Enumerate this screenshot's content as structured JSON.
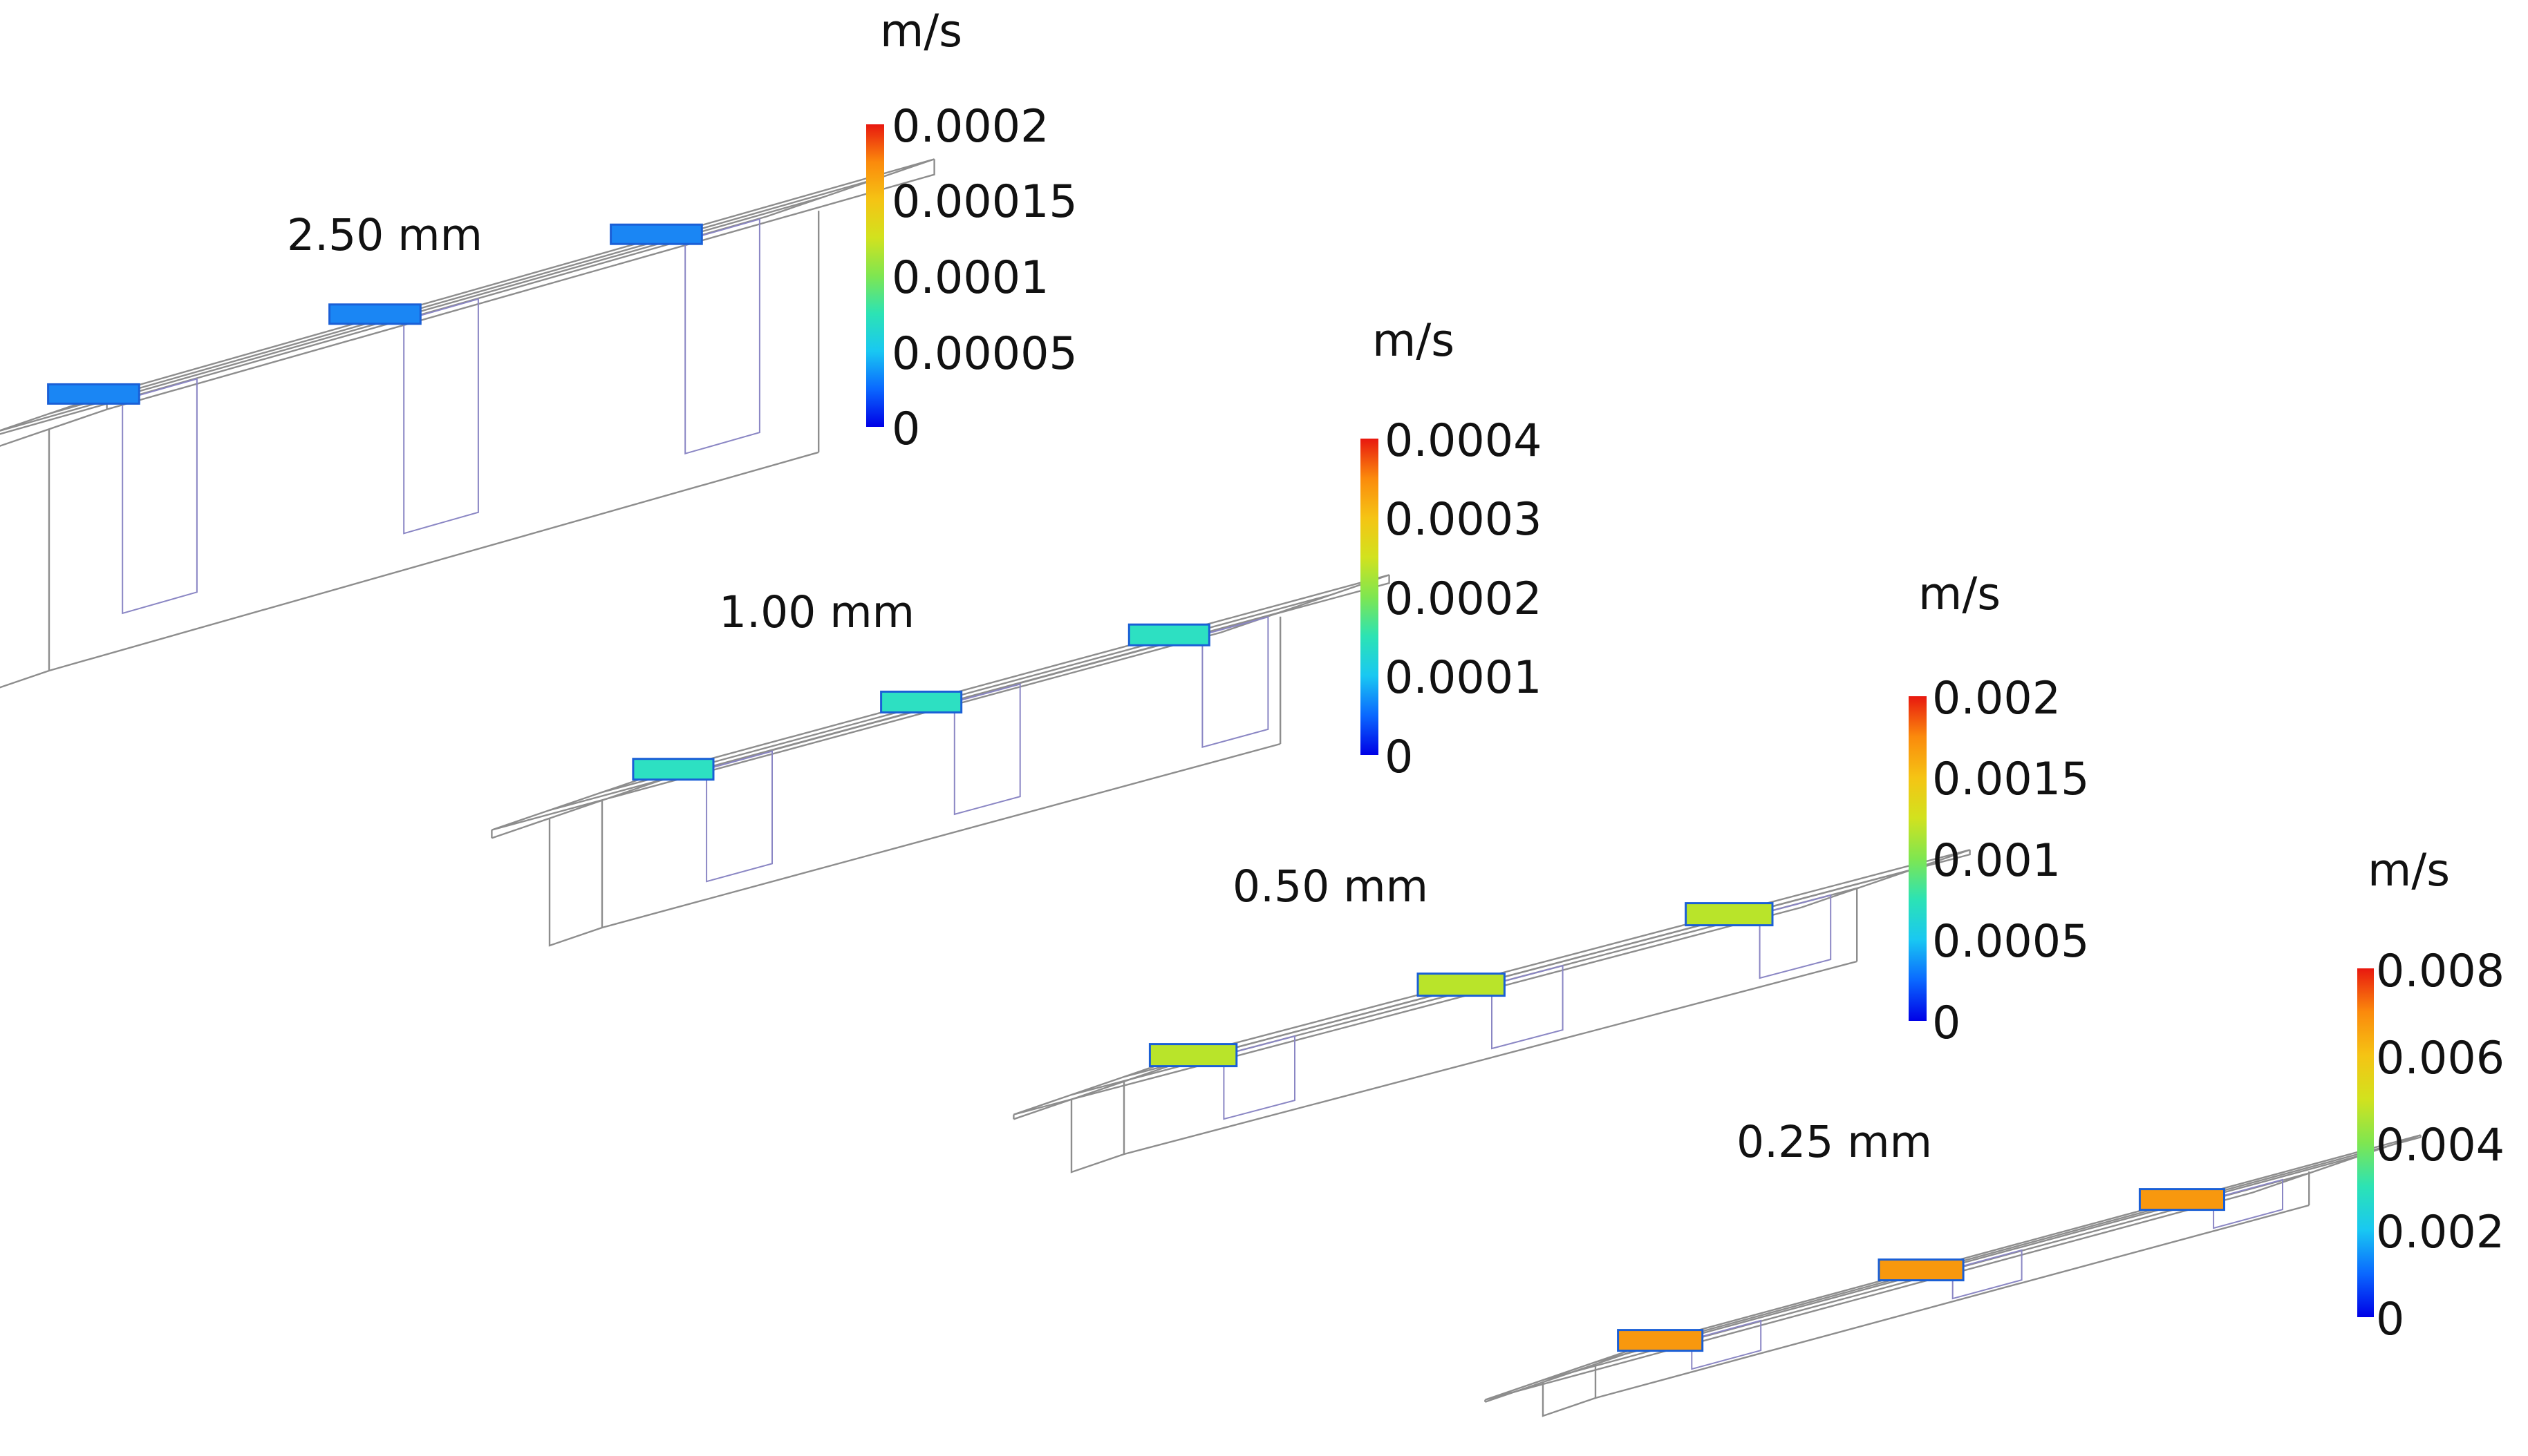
{
  "colormap": [
    "#0000e6",
    "#0a68ff",
    "#19c8f2",
    "#2ce3b4",
    "#7fe650",
    "#d2e21e",
    "#f5c414",
    "#fb8a0c",
    "#e8180f"
  ],
  "panels": [
    {
      "id": "p250",
      "label": "2.50 mm",
      "unit": "m/s",
      "ticks": [
        "0.0002",
        "0.00015",
        "0.0001",
        "0.00005",
        "0"
      ],
      "baffle_color": "#1a86f4",
      "depth": "deep"
    },
    {
      "id": "p100",
      "label": "1.00 mm",
      "unit": "m/s",
      "ticks": [
        "0.0004",
        "0.0003",
        "0.0002",
        "0.0001",
        "0"
      ],
      "baffle_color": "#2de0c2",
      "depth": "medium"
    },
    {
      "id": "p050",
      "label": "0.50 mm",
      "unit": "m/s",
      "ticks": [
        "0.002",
        "0.0015",
        "0.001",
        "0.0005",
        "0"
      ],
      "baffle_color": "#b9e42a",
      "depth": "shallow"
    },
    {
      "id": "p025",
      "label": "0.25 mm",
      "unit": "m/s",
      "ticks": [
        "0.008",
        "0.006",
        "0.004",
        "0.002",
        "0"
      ],
      "baffle_color": "#f8980e",
      "depth": "thin"
    }
  ]
}
